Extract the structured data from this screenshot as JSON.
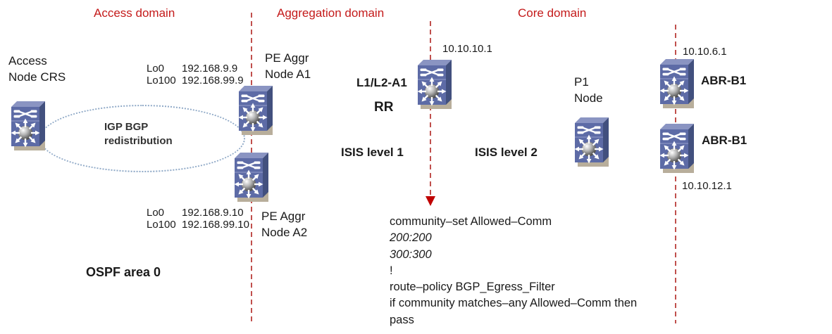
{
  "domains": {
    "access": "Access domain",
    "aggregation": "Aggregation domain",
    "core": "Core domain"
  },
  "nodes": {
    "access_crs": "Access\nNode CRS",
    "pe_a1": "PE Aggr\nNode A1",
    "pe_a2": "PE Aggr\nNode A2",
    "l1l2_a1": "L1/L2-A1",
    "rr": "RR",
    "p1": "P1\nNode",
    "abr_b1_top": "ABR-B1",
    "abr_b1_bottom": "ABR-B1"
  },
  "addresses": {
    "rr_ip": "10.10.10.1",
    "abr_top_ip": "10.10.6.1",
    "abr_bottom_ip": "10.10.12.1"
  },
  "loopbacks_a1": {
    "rows": [
      {
        "name": "Lo0",
        "ip": "192.168.9.9"
      },
      {
        "name": "Lo100",
        "ip": "192.168.99.9"
      }
    ]
  },
  "loopbacks_a2": {
    "rows": [
      {
        "name": "Lo0",
        "ip": "192.168.9.10"
      },
      {
        "name": "Lo100",
        "ip": "192.168.99.10"
      }
    ]
  },
  "annotations": {
    "igp_bgp": "IGP BGP\nredistribution",
    "ospf": "OSPF area 0",
    "isis1": "ISIS level 1",
    "isis2": "ISIS level 2"
  },
  "config": {
    "lines": [
      {
        "text": "community–set Allowed–Comm"
      },
      {
        "text": "200:200"
      },
      {
        "text": "300:300"
      },
      {
        "text": "!"
      },
      {
        "text": "route–policy BGP_Egress_Filter"
      },
      {
        "text": "if community matches–any Allowed–Comm then"
      },
      {
        "text": "pass"
      }
    ]
  },
  "colors": {
    "domain_title": "#C41A1A",
    "separator_line": "#C0504D",
    "arrow": "#C00000",
    "ellipse_border": "#8FA9C7",
    "router_front": "#5d6ba6",
    "router_side": "#42507e",
    "router_top": "#8a94c2"
  }
}
